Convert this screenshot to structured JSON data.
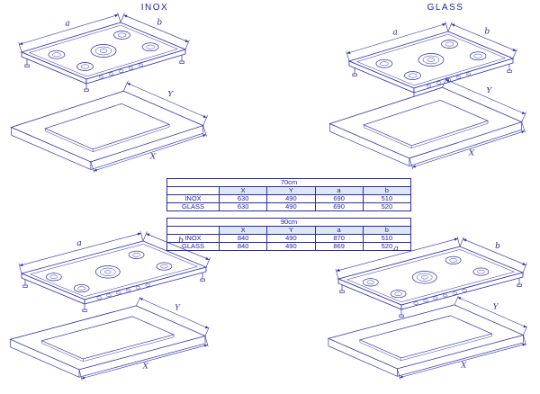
{
  "titles": {
    "inox": "INOX",
    "glass": "GLASS"
  },
  "dim_labels": {
    "a": "a",
    "b": "b",
    "x": "X",
    "y": "Y"
  },
  "tables": [
    {
      "title": "70cm",
      "col_headers": [
        "X",
        "Y",
        "a",
        "b"
      ],
      "rows": [
        {
          "label": "INOX",
          "values": [
            "630",
            "490",
            "690",
            "510"
          ]
        },
        {
          "label": "GLASS",
          "values": [
            "630",
            "490",
            "690",
            "520"
          ]
        }
      ]
    },
    {
      "title": "90cm",
      "col_headers": [
        "X",
        "Y",
        "a",
        "b"
      ],
      "rows": [
        {
          "label": "INOX",
          "values": [
            "840",
            "490",
            "870",
            "510"
          ]
        },
        {
          "label": "GLASS",
          "values": [
            "840",
            "490",
            "869",
            "520"
          ]
        }
      ]
    }
  ],
  "colors": {
    "line": "#2b2ba3",
    "text": "#1f1f9c",
    "header_fill": "#dde6f4"
  }
}
